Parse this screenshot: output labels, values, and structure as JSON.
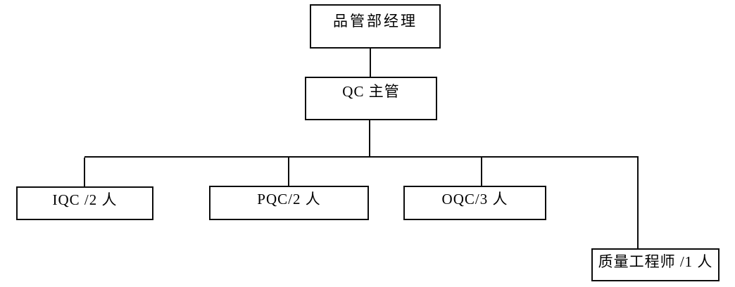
{
  "diagram": {
    "type": "org-chart",
    "colors": {
      "background": "#ffffff",
      "line": "#0c0c0c",
      "text": "#000000"
    },
    "nodes": [
      {
        "id": "manager",
        "label": "品管部经理",
        "level": 1
      },
      {
        "id": "qc-supervisor",
        "label": "QC 主管",
        "level": 2
      },
      {
        "id": "iqc",
        "label": "IQC /2 人",
        "level": 3
      },
      {
        "id": "pqc",
        "label": "PQC/2 人",
        "level": 3
      },
      {
        "id": "oqc",
        "label": "OQC/3 人",
        "level": 3
      },
      {
        "id": "quality-engineer",
        "label": "质量工程师 /1 人",
        "level": 3
      }
    ],
    "edges": [
      {
        "from": "manager",
        "to": "qc-supervisor"
      },
      {
        "from": "qc-supervisor",
        "to": "iqc"
      },
      {
        "from": "qc-supervisor",
        "to": "pqc"
      },
      {
        "from": "qc-supervisor",
        "to": "oqc"
      },
      {
        "from": "qc-supervisor",
        "to": "quality-engineer"
      }
    ]
  }
}
